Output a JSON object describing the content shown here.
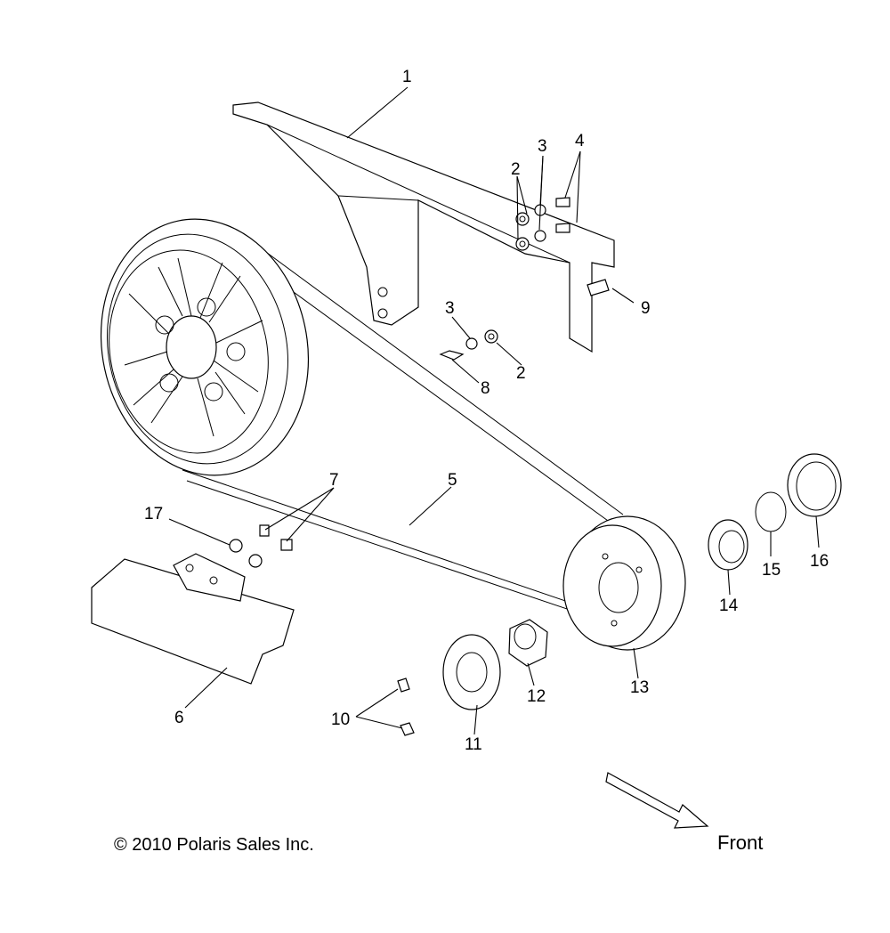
{
  "callouts": {
    "c1": "1",
    "c2a": "2",
    "c2b": "2",
    "c3a": "3",
    "c3b": "3",
    "c4": "4",
    "c5": "5",
    "c6": "6",
    "c7": "7",
    "c8": "8",
    "c9": "9",
    "c10": "10",
    "c11": "11",
    "c12": "12",
    "c13": "13",
    "c14": "14",
    "c15": "15",
    "c16": "16",
    "c17": "17"
  },
  "copyright": "© 2010 Polaris Sales Inc.",
  "front_label": "Front"
}
